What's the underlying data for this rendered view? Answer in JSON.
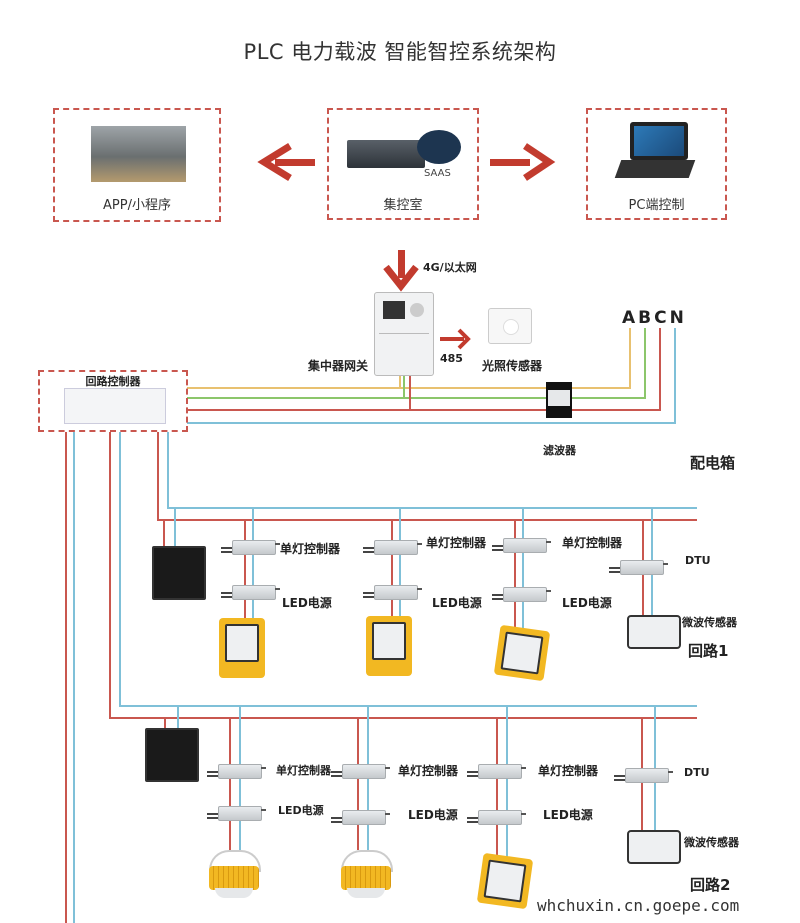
{
  "title": "PLC 电力载波 智能智控系统架构",
  "top_row": {
    "app": {
      "label": "APP/小程序",
      "icon": "warehouse-photo-icon"
    },
    "control_room": {
      "label": "集控室",
      "saas_label": "SAAS",
      "icon": "server-cloud-icon"
    },
    "pc": {
      "label": "PC端控制",
      "icon": "laptop-icon"
    }
  },
  "network": {
    "uplink_label": "4G/以太网",
    "rs485_label": "485"
  },
  "gateway": {
    "label": "集中器网关"
  },
  "light_sensor": {
    "label": "光照传感器"
  },
  "loop_controller": {
    "label": "回路控制器"
  },
  "filter": {
    "label": "滤波器"
  },
  "phases": {
    "label": "ABCN",
    "colors": {
      "A": "#e8c170",
      "B": "#8cc66b",
      "C": "#c9574f",
      "N": "#7fc0d8"
    }
  },
  "distribution_box": {
    "label": "配电箱"
  },
  "loops": [
    {
      "name": "回路1",
      "devices": [
        {
          "controller": "单灯控制器",
          "power": "LED电源",
          "lamp": "floodlight"
        },
        {
          "controller": "单灯控制器",
          "power": "LED电源",
          "lamp": "floodlight"
        },
        {
          "controller": "单灯控制器",
          "power": "LED电源",
          "lamp": "floodlight-square"
        }
      ],
      "dtu": "DTU",
      "sensor": "微波传感器"
    },
    {
      "name": "回路2",
      "devices": [
        {
          "controller": "单灯控制器",
          "power": "LED电源",
          "lamp": "highbay"
        },
        {
          "controller": "单灯控制器",
          "power": "LED电源",
          "lamp": "highbay"
        },
        {
          "controller": "单灯控制器",
          "power": "LED电源",
          "lamp": "floodlight-square"
        }
      ],
      "dtu": "DTU",
      "sensor": "微波传感器"
    }
  ],
  "watermark": "whchuxin.cn.goepe.com",
  "colors": {
    "arrow": "#c23b2e",
    "dashed_border": "#c9574f"
  }
}
